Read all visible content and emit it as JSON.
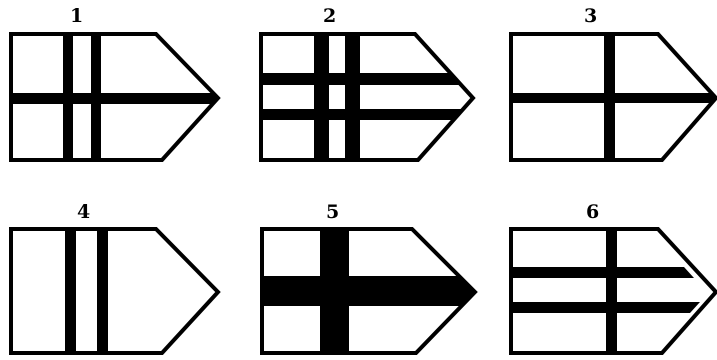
{
  "figures": [
    {
      "number": "1"
    },
    {
      "number": "2"
    },
    {
      "number": "3"
    },
    {
      "number": "4"
    },
    {
      "number": "5"
    },
    {
      "number": "6"
    }
  ],
  "colors": {
    "ink": "#000000",
    "paper": "#ffffff"
  }
}
